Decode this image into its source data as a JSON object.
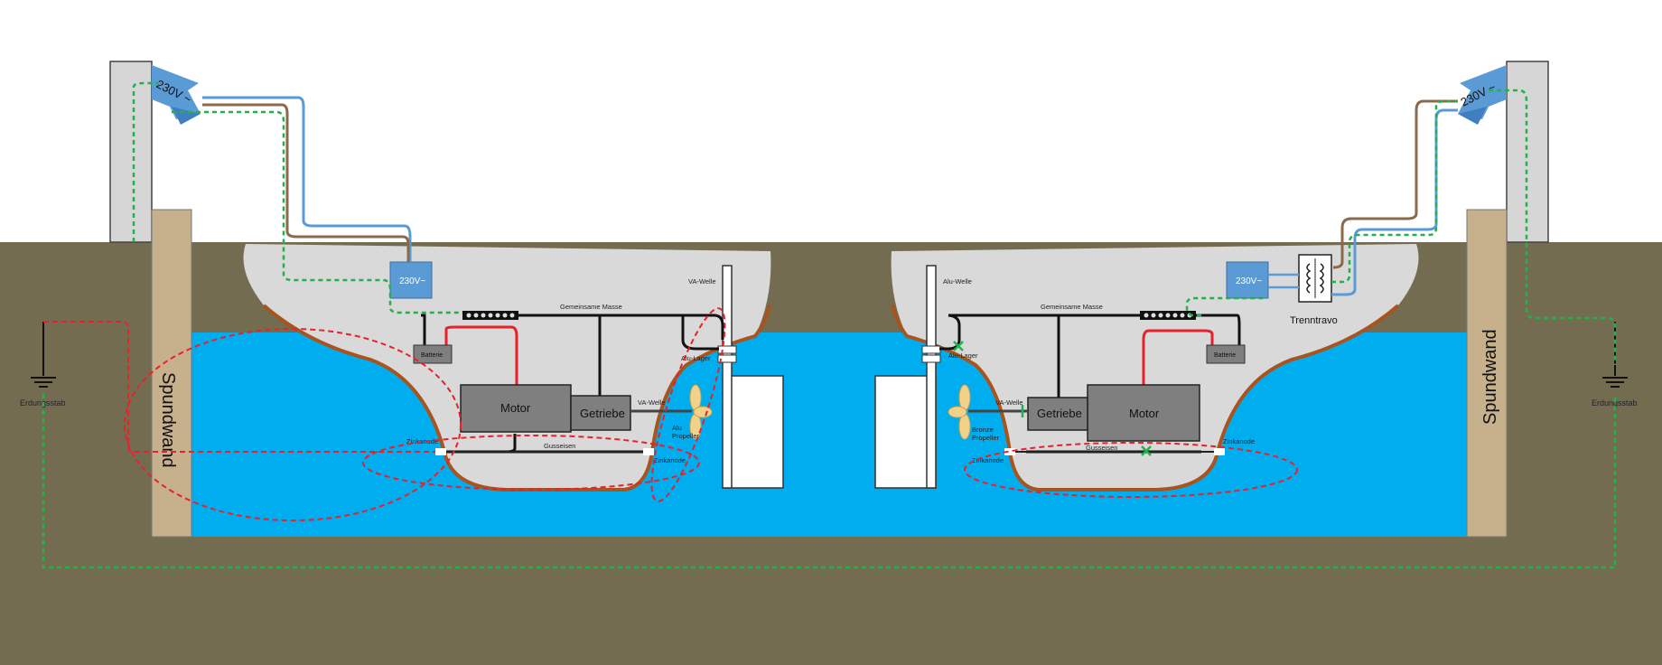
{
  "shore_left": {
    "plug_label": "230V ~",
    "wall_label": "Spundwand",
    "ground_label": "Erdungsstab"
  },
  "shore_right": {
    "plug_label": "230V ~",
    "wall_label": "Spundwand",
    "ground_label": "Erdungsstab"
  },
  "boat_left": {
    "socket_label": "230V~",
    "common_ground_label": "Gemeinsame Masse",
    "battery_label": "Batterie",
    "motor_label": "Motor",
    "gearbox_label": "Getriebe",
    "shaft_label": "VA-Welle",
    "rudder_shaft_label": "VA-Welle",
    "bearing_label": "Alu-Lager",
    "propeller_label": "Alu\nPropeller",
    "keel_label": "Gusseisen",
    "anode_left_label": "Zinkanode",
    "anode_right_label": "Zinkanode"
  },
  "boat_right": {
    "socket_label": "230V~",
    "transformer_label": "Trenntravo",
    "common_ground_label": "Gemeinsame Masse",
    "battery_label": "Batterie",
    "motor_label": "Motor",
    "gearbox_label": "Getriebe",
    "shaft_label": "VA-Welle",
    "rudder_shaft_label": "Alu-Welle",
    "bearing_label": "Alu-Lager",
    "propeller_label": "Bronze\nPropeller",
    "keel_label": "Gusseisen",
    "anode_left_label": "Zinkanode",
    "anode_right_label": "Zinkanode"
  },
  "colors": {
    "earth": "#746c51",
    "water": "#00adef",
    "wall": "#c7b08c",
    "hull": "#d9d9d9",
    "hull_edge": "#a9531f",
    "component": "#7f7f7f",
    "socket": "#5b9bd5",
    "cable_brown": "#8b6a4b",
    "cable_blue": "#5b9bd5",
    "protective_earth": "#22b14c",
    "galvanic_current": "#e8212b"
  }
}
